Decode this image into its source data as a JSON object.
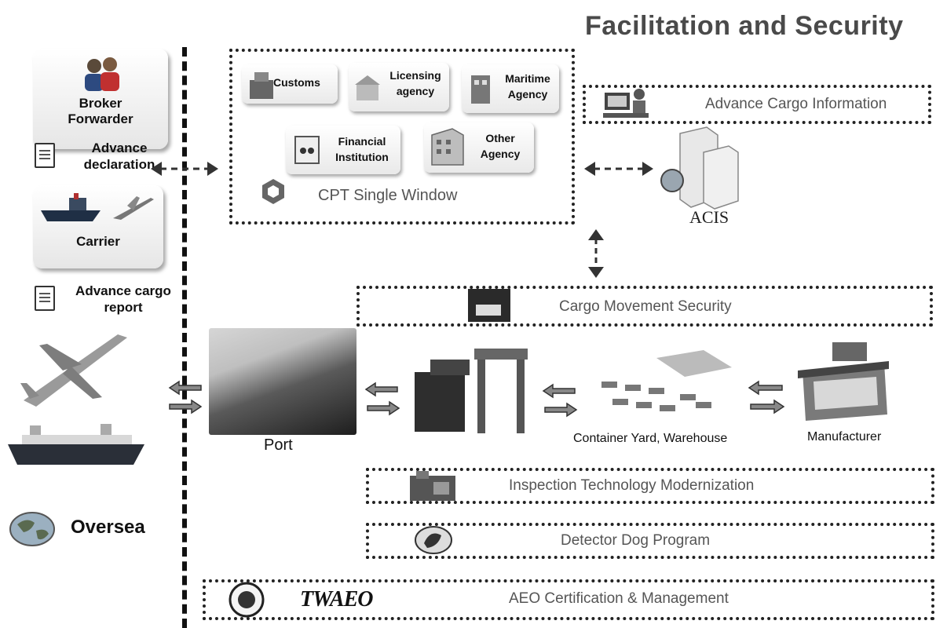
{
  "title": "Facilitation and Security",
  "left": {
    "broker": "Broker\nForwarder",
    "advance_declaration": "Advance\ndeclaration",
    "carrier": "Carrier",
    "advance_cargo_report": "Advance cargo\nreport",
    "oversea": "Oversea"
  },
  "single_window": {
    "label": "CPT Single Window",
    "agencies": [
      "Customs",
      "Licensing\nagency",
      "Maritime\nAgency",
      "Financial\nInstitution",
      "Other\nAgency"
    ]
  },
  "acis": {
    "label": "ACIS"
  },
  "banners": {
    "advance_cargo_information": "Advance Cargo Information",
    "cargo_movement_security": "Cargo Movement Security",
    "inspection": "Inspection Technology Modernization",
    "detector_dog": "Detector Dog Program",
    "aeo": "AEO Certification & Management",
    "twaeo_logo": "TWAEO"
  },
  "flow": {
    "port": "Port",
    "yard": "Container Yard, Warehouse",
    "manufacturer": "Manufacturer"
  }
}
